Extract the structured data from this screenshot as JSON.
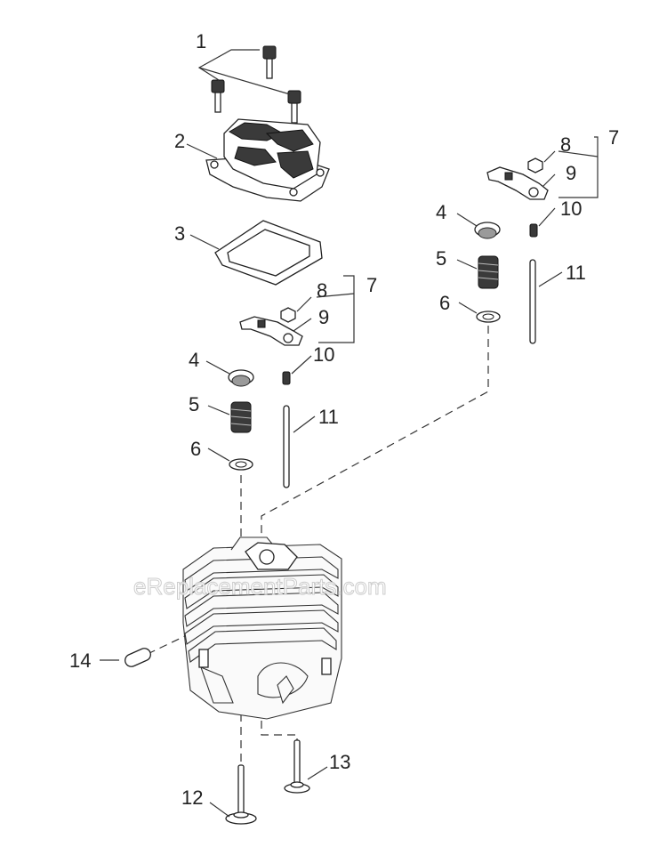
{
  "watermark": "eReplacementParts.com",
  "callouts": {
    "c1": "1",
    "c2": "2",
    "c3": "3",
    "c7a": "7",
    "c8a": "8",
    "c9a": "9",
    "c10a": "10",
    "c4a": "4",
    "c5a": "5",
    "c6a": "6",
    "c11a": "11",
    "c7b": "7",
    "c8b": "8",
    "c9b": "9",
    "c10b": "10",
    "c4b": "4",
    "c5b": "5",
    "c6b": "6",
    "c11b": "11",
    "c12": "12",
    "c13": "13",
    "c14": "14"
  }
}
